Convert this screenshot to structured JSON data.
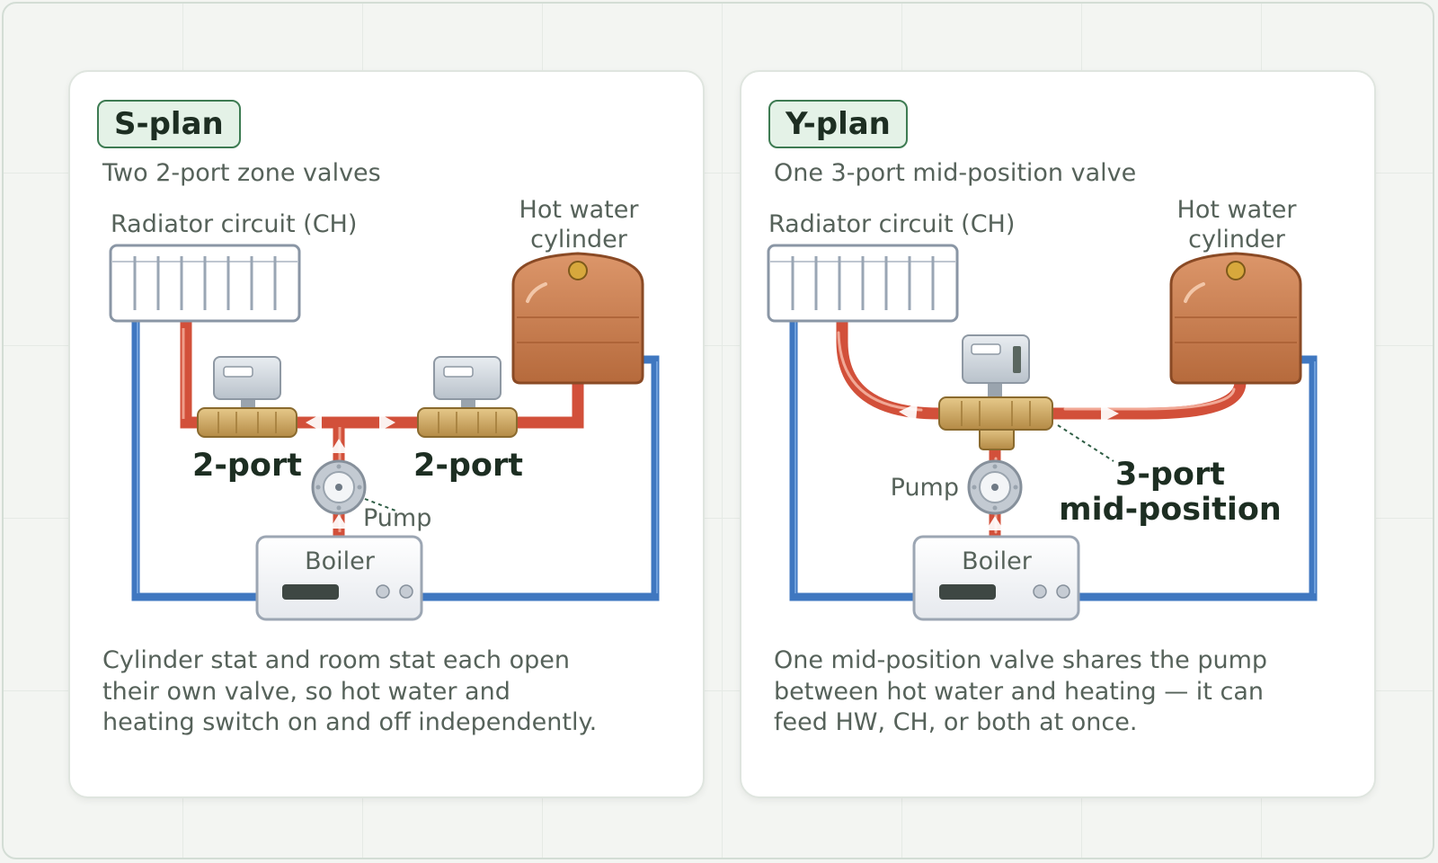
{
  "splan": {
    "badge": "S-plan",
    "subtitle": "Two 2-port zone valves",
    "radiator_label": "Radiator circuit (CH)",
    "cylinder_label_1": "Hot water",
    "cylinder_label_2": "cylinder",
    "valve_left_label": "2-port",
    "valve_right_label": "2-port",
    "pump_label": "Pump",
    "boiler_label": "Boiler",
    "description": "Cylinder stat and room stat each open their own valve, so hot water and heating switch on and off independently."
  },
  "yplan": {
    "badge": "Y-plan",
    "subtitle": "One 3-port mid-position valve",
    "radiator_label": "Radiator circuit (CH)",
    "cylinder_label_1": "Hot water",
    "cylinder_label_2": "cylinder",
    "valve_label_1": "3-port",
    "valve_label_2": "mid-position",
    "pump_label": "Pump",
    "boiler_label": "Boiler",
    "description": "One mid-position valve shares the pump between hot water and heating — it can feed HW, CH, or both at once."
  },
  "colors": {
    "flow_pipe": "#d2503a",
    "return_pipe": "#3f77c0",
    "cylinder": "#c87c4e",
    "valve_brass": "#c9a25c",
    "badge_border": "#3d7b52"
  }
}
